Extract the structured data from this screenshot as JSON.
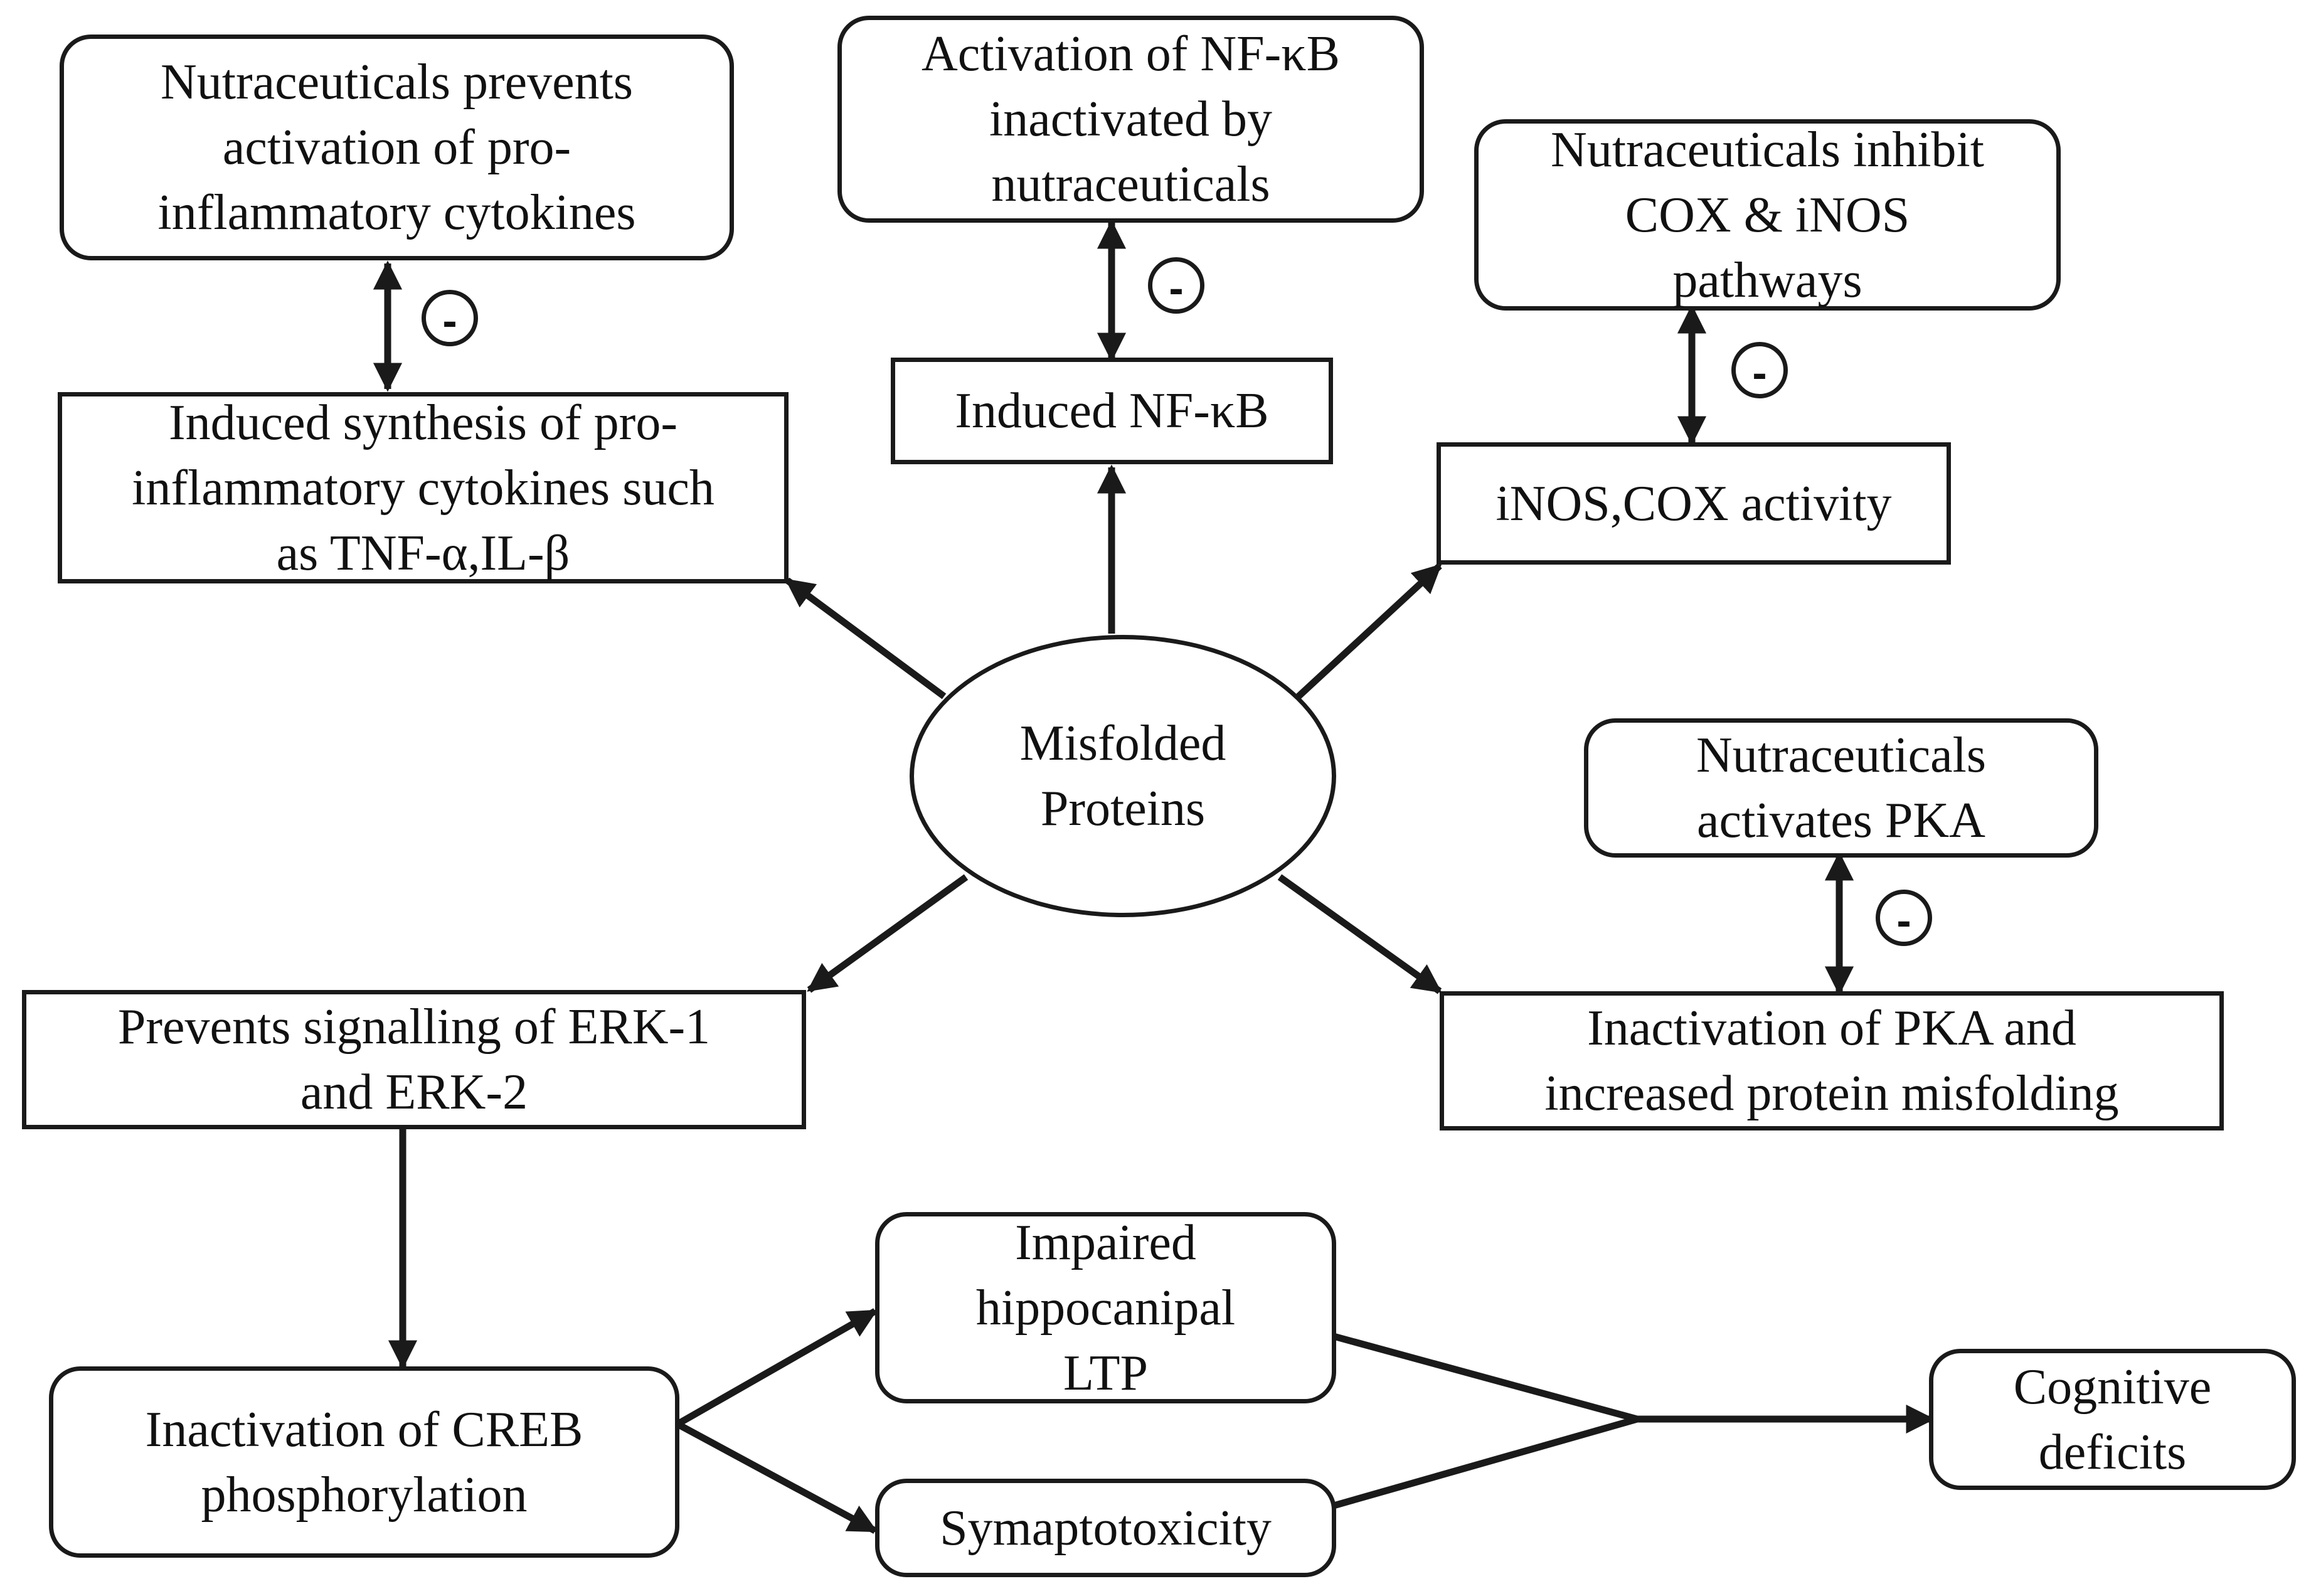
{
  "nodes": {
    "top_left_nutra": "Nutraceuticals prevents\nactivation of pro-\ninflammatory cytokines",
    "top_center_nutra": "Activation of NF-κB\ninactivated by\nnutraceuticals",
    "top_right_nutra": "Nutraceuticals inhibit\nCOX & iNOS\npathways",
    "cytokines": "Induced synthesis of pro-\ninflammatory cytokines such\nas TNF-α,IL-β",
    "nfkb": "Induced NF-κB",
    "inos_cox": "iNOS,COX activity",
    "misfolded": "Misfolded\nProteins",
    "pka_nutra": "Nutraceuticals\nactivates PKA",
    "erk": "Prevents signalling of ERK-1\nand ERK-2",
    "pka_inact": "Inactivation of PKA and\nincreased protein misfolding",
    "ltp": "Impaired\nhippocanipal\nLTP",
    "creb": "Inactivation of  CREB\nphosphorylation",
    "synapto": "Symaptotoxicity",
    "cognitive": "Cognitive\ndeficits"
  },
  "inhibition_symbol": "-",
  "colors": {
    "line": "#1a1a1a",
    "background": "#ffffff"
  }
}
